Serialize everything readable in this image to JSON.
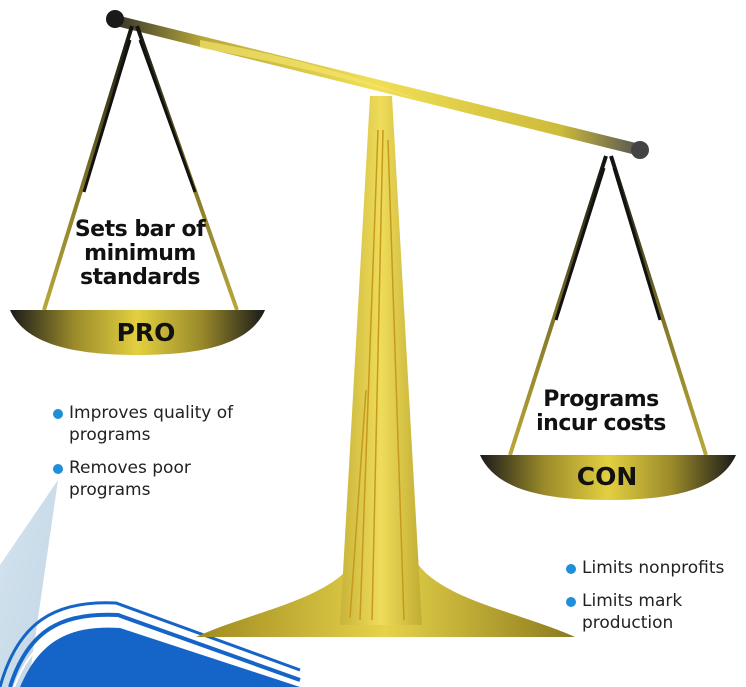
{
  "pro": {
    "pan_text": "Sets bar of minimum standards",
    "tag": "PRO",
    "bullets": [
      "Improves  quality of programs",
      "Removes poor programs"
    ]
  },
  "con": {
    "pan_text": "Programs incur costs",
    "tag": "CON",
    "bullets": [
      "Limits nonprofits",
      "Limits mark production"
    ]
  },
  "colors": {
    "gold": "#e8d23a",
    "gold_dark": "#a89020",
    "bullet": "#1f8fd8",
    "swoosh_blue": "#1565c8"
  }
}
